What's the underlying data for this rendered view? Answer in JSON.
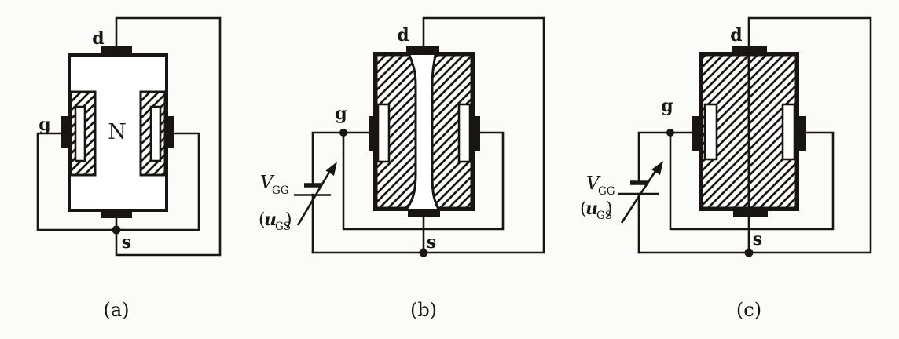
{
  "figure": {
    "background": "#fbfbf9",
    "ink": "#181512",
    "panels": {
      "a": {
        "caption": "(a)",
        "drain": "d",
        "gate": "g",
        "source": "s",
        "channel": "N"
      },
      "b": {
        "caption": "(b)",
        "drain": "d",
        "gate": "g",
        "source": "s",
        "supply": {
          "v": "V",
          "v_sub": "GG",
          "u_open": "(",
          "u_var": "u",
          "u_sub": "GS",
          "u_close": ")"
        }
      },
      "c": {
        "caption": "(c)",
        "drain": "d",
        "gate": "g",
        "source": "s",
        "supply": {
          "v": "V",
          "v_sub": "GG",
          "u_open": "(",
          "u_var": "u",
          "u_sub": "GS",
          "u_close": ")"
        }
      }
    }
  }
}
